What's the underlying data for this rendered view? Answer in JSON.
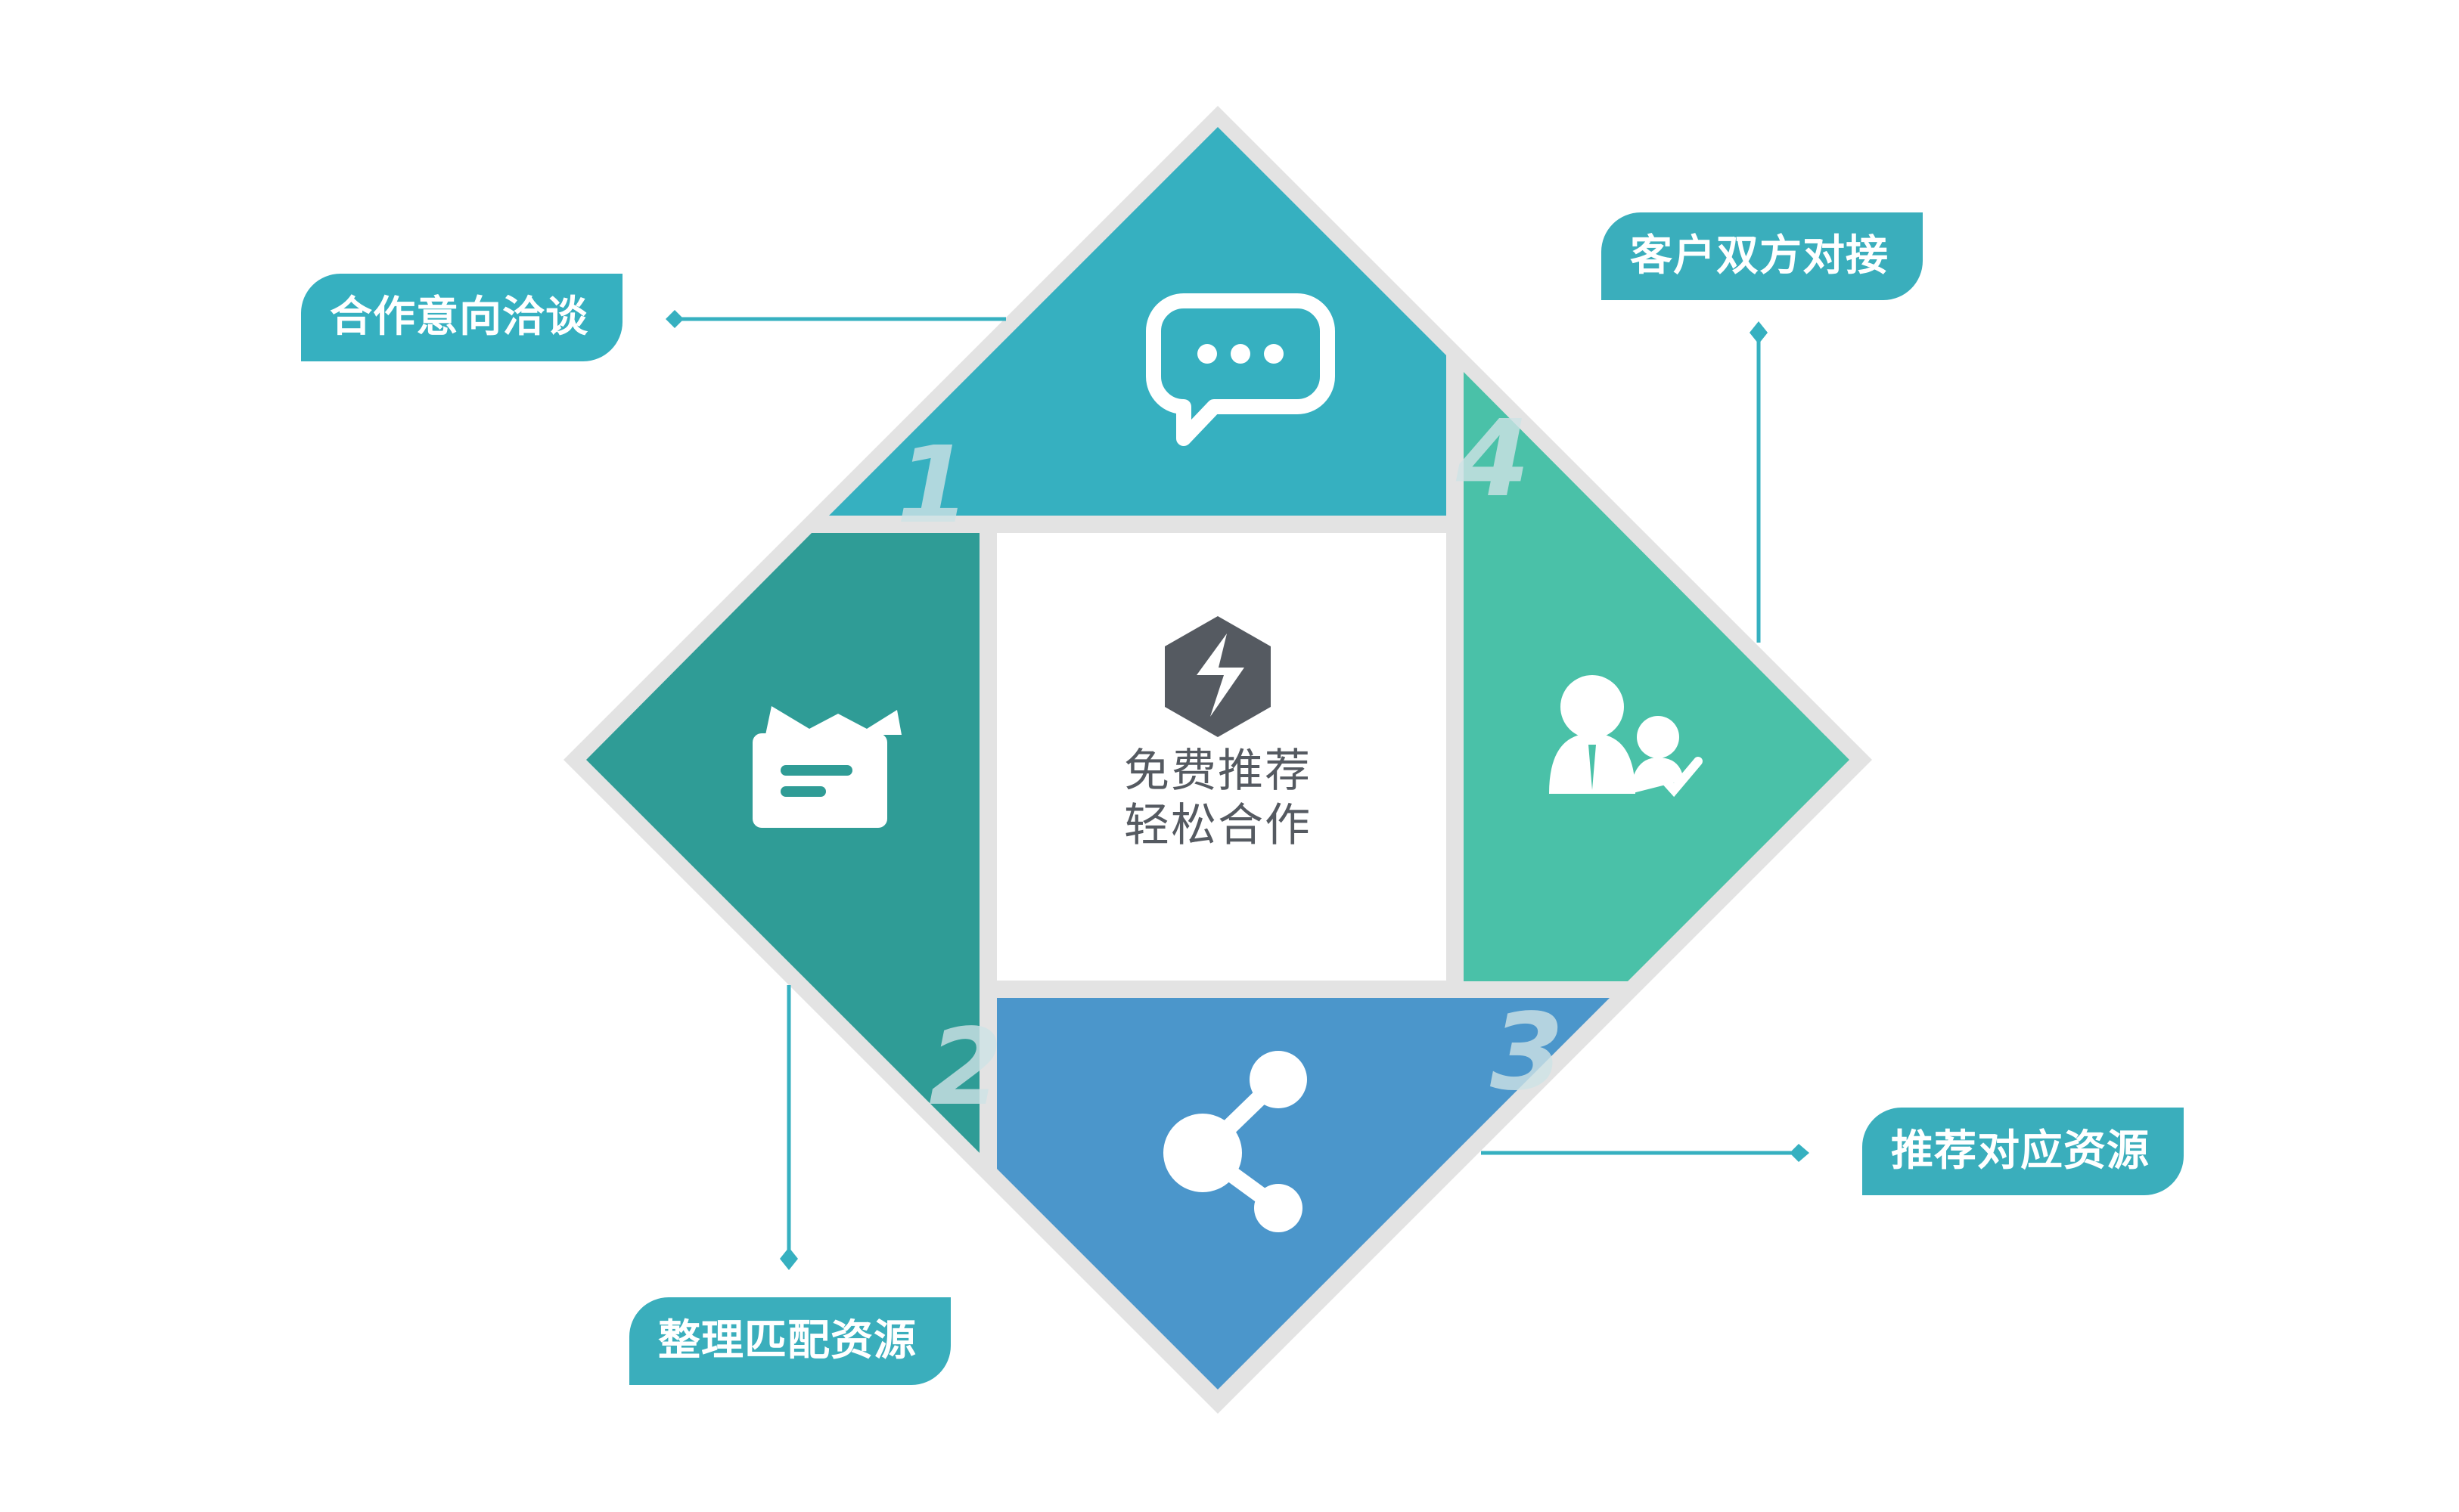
{
  "center": {
    "line1": "免费推荐",
    "line2": "轻松合作",
    "logo_icon": "hexagon-lightning-logo"
  },
  "steps": [
    {
      "number": "1",
      "label": "合作意向洽谈",
      "color": "#36b0c0",
      "label_color": "#36b0c0",
      "icon": "chat-bubble-icon"
    },
    {
      "number": "2",
      "label": "整理匹配资源",
      "color": "#2f9c96",
      "label_color": "#3aaebc",
      "icon": "tv-card-icon"
    },
    {
      "number": "3",
      "label": "推荐对应资源",
      "color": "#4b96cb",
      "label_color": "#3aaebc",
      "icon": "share-icon"
    },
    {
      "number": "4",
      "label": "客户双方对接",
      "color": "#4ac1a8",
      "label_color": "#3aaebc",
      "icon": "users-check-icon"
    }
  ],
  "colors": {
    "frame": "#e3e3e3",
    "connector": "#36b0c0",
    "number_text": "#cfe3e6"
  }
}
